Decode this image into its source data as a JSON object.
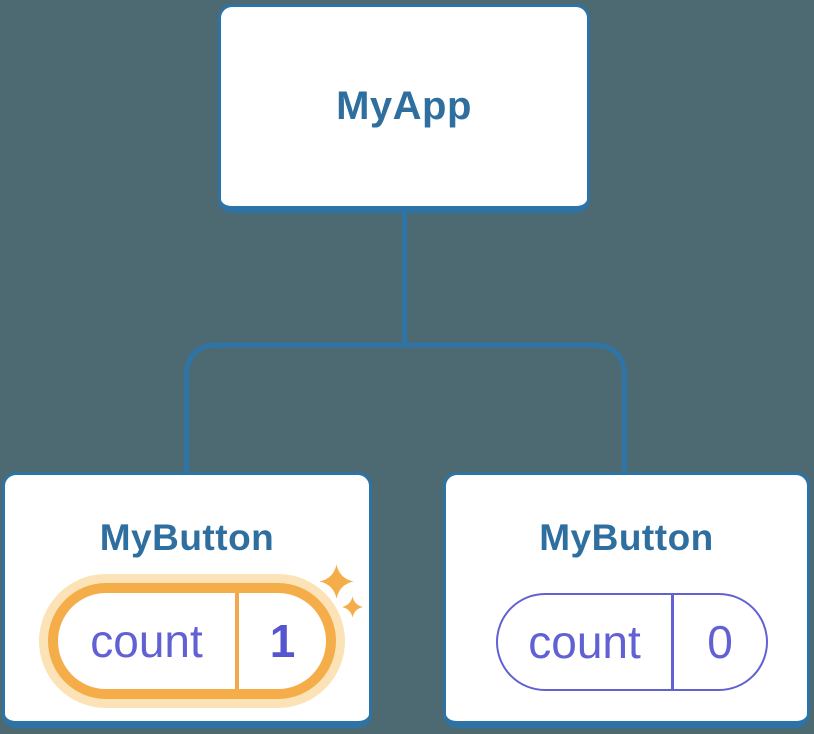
{
  "colors": {
    "background": "#4d6972",
    "connector_blue": "#2e74a6",
    "box_border_blue": "#2d73a6",
    "heading_blue": "#2e6f9f",
    "state_purple": "#6161d3",
    "state_value_purple": "#5555cf",
    "highlight_orange": "#f5ad49",
    "highlight_halo": "#fbe3b7",
    "box_background": "#ffffff"
  },
  "tree": {
    "root": {
      "label": "MyApp"
    },
    "children": [
      {
        "label": "MyButton",
        "state": {
          "key": "count",
          "value": "1"
        },
        "highlighted": true,
        "icon": "sparkle-icon"
      },
      {
        "label": "MyButton",
        "state": {
          "key": "count",
          "value": "0"
        },
        "highlighted": false
      }
    ]
  }
}
